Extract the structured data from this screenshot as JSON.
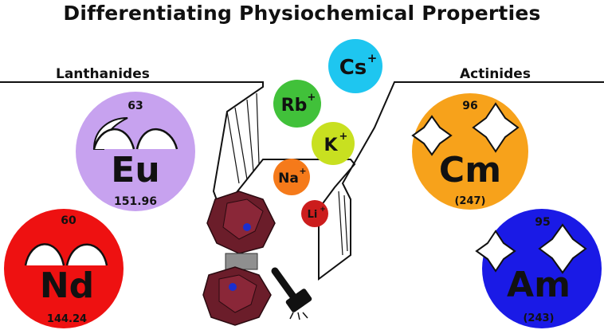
{
  "title": "Differentiating Physiochemical Properties",
  "groups": {
    "lanthanides": "Lanthanides",
    "actinides": "Actinides"
  },
  "elements": [
    {
      "symbol": "Eu",
      "number": "63",
      "mass": "151.96",
      "color": "#c7a2ef",
      "family": "lanthanide"
    },
    {
      "symbol": "Nd",
      "number": "60",
      "mass": "144.24",
      "color": "#ee1111",
      "family": "lanthanide"
    },
    {
      "symbol": "Cm",
      "number": "96",
      "mass": "(247)",
      "color": "#f7a21b",
      "family": "actinide"
    },
    {
      "symbol": "Am",
      "number": "95",
      "mass": "(243)",
      "color": "#1a1ae6",
      "family": "actinide"
    }
  ],
  "ions": [
    {
      "symbol": "Cs",
      "charge": "+",
      "color": "#1ec6f0"
    },
    {
      "symbol": "Rb",
      "charge": "+",
      "color": "#41c13a"
    },
    {
      "symbol": "K",
      "charge": "+",
      "color": "#c8e020"
    },
    {
      "symbol": "Na",
      "charge": "+",
      "color": "#f57a1a"
    },
    {
      "symbol": "Li",
      "charge": "+",
      "color": "#cc1d1d"
    }
  ],
  "icons": {
    "lanthanide_marks": "arch-icon",
    "actinide_marks": "four-point-star-icon",
    "hammer": "hammer-icon",
    "cluster": "polyoxometalate-cluster-icon"
  }
}
